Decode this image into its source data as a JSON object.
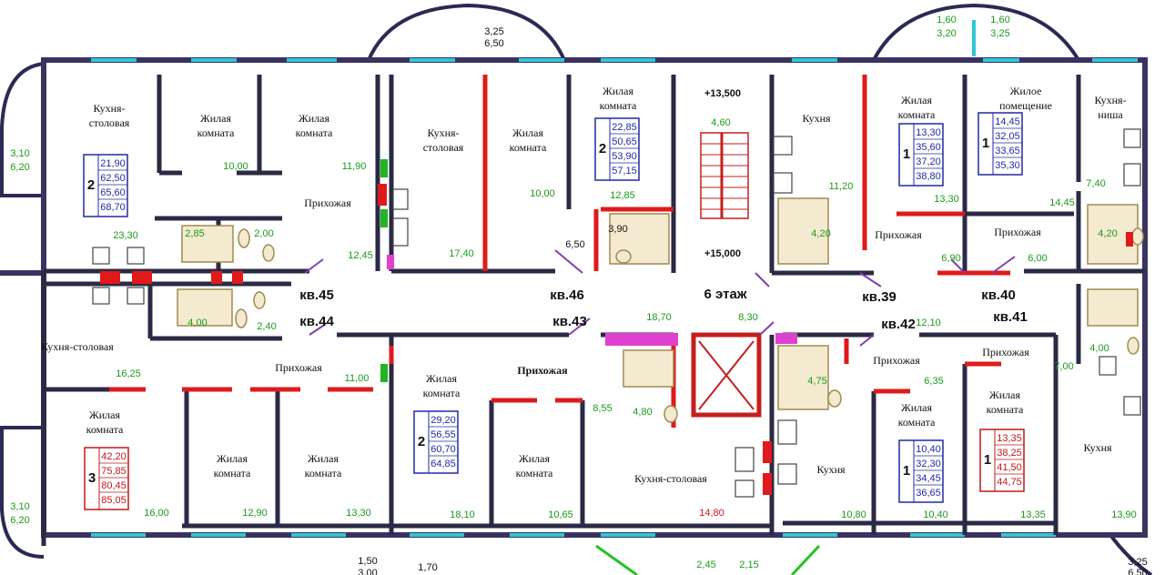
{
  "floor_label": "6 этаж",
  "levels": [
    "+13,500",
    "+15,000"
  ],
  "dims": {
    "top_center": [
      "3,25",
      "6,50"
    ],
    "top_right_a": [
      "1,60",
      "3,20"
    ],
    "top_right_b": [
      "1,60",
      "3,25"
    ],
    "left_top": [
      "3,10",
      "6,20"
    ],
    "left_bottom": [
      "3,10",
      "6,20"
    ],
    "bottom_a": [
      "1,50",
      "3,00"
    ],
    "bottom_b": [
      "1,70"
    ],
    "bottom_c": [
      "2,45"
    ],
    "bottom_d": [
      "2,15"
    ],
    "bottom_right": [
      "3,25",
      "6,50"
    ]
  },
  "apartments": [
    {
      "id": "kv45",
      "label": "кв.45"
    },
    {
      "id": "kv46",
      "label": "кв.46"
    },
    {
      "id": "kv39",
      "label": "кв.39"
    },
    {
      "id": "kv40",
      "label": "кв.40"
    },
    {
      "id": "kv44",
      "label": "кв.44"
    },
    {
      "id": "kv43",
      "label": "кв.43"
    },
    {
      "id": "kv42",
      "label": "кв.42"
    },
    {
      "id": "kv41",
      "label": "кв.41"
    }
  ],
  "summary_boxes": [
    {
      "rooms": "2",
      "values": [
        "21,90",
        "62,50",
        "65,60",
        "68,70"
      ],
      "color": "#1f2aa8"
    },
    {
      "rooms": "2",
      "values": [
        "22,85",
        "50,65",
        "53,90",
        "57,15"
      ],
      "color": "#1f2aa8"
    },
    {
      "rooms": "1",
      "values": [
        "13,30",
        "35,60",
        "37,20",
        "38,80"
      ],
      "color": "#1f2aa8"
    },
    {
      "rooms": "1",
      "values": [
        "14,45",
        "32,05",
        "33,65",
        "35,30"
      ],
      "color": "#1f2aa8"
    },
    {
      "rooms": "3",
      "values": [
        "42,20",
        "75,85",
        "80,45",
        "85,05"
      ],
      "color": "#c01818"
    },
    {
      "rooms": "2",
      "values": [
        "29,20",
        "56,55",
        "60,70",
        "64,85"
      ],
      "color": "#1f2aa8"
    },
    {
      "rooms": "1",
      "values": [
        "10,40",
        "32,30",
        "34,45",
        "36,65"
      ],
      "color": "#1f2aa8"
    },
    {
      "rooms": "1",
      "values": [
        "13,35",
        "38,25",
        "41,50",
        "44,75"
      ],
      "color": "#c01818"
    }
  ],
  "rooms": {
    "r1": "Кухня-\nстоловая",
    "r2": "Жилая\nкомната",
    "r3": "Жилая\nкомната",
    "r4": "Прихожая",
    "r5": "Кухня-\nстоловая",
    "r6": "Жилая\nкомната",
    "r7": "Жилая\nкомната",
    "r8": "Кухня",
    "r9": "Жилая\nкомната",
    "r10": "Жилое\nпомещение",
    "r11": "Кухня-\nниша",
    "r12": "Прихожая",
    "r13": "Прихожая",
    "r14": "Кухня-столовая",
    "r15": "Прихожая",
    "r16": "Жилая\nкомната",
    "r17": "Жилая\nкомната",
    "r18": "Жилая\nкомната",
    "r19": "Жилая\nкомната",
    "r20": "Прихожая",
    "r21": "Жилая\nкомната",
    "r22": "Кухня-столовая",
    "r23": "Прихожая",
    "r24": "Жилая\nкомната",
    "r25": "Кухня",
    "r26": "Прихожая",
    "r27": "Жилая\nкомната",
    "r28": "Кухня"
  },
  "areas": {
    "a1": "10,00",
    "a2": "11,90",
    "a3": "23,30",
    "a4": "2,85",
    "a5": "2,00",
    "a6": "12,45",
    "a7": "17,40",
    "a8": "10,00",
    "a9": "12,85",
    "a10": "3,90",
    "a11": "6,50",
    "a12": "4,60",
    "a13": "11,20",
    "a14": "4,20",
    "a15": "13,30",
    "a16": "6,90",
    "a17": "14,45",
    "a18": "7,40",
    "a19": "4,20",
    "a20": "6,00",
    "a21": "4,00",
    "a22": "2,40",
    "a23": "16,25",
    "a24": "11,00",
    "a25": "16,00",
    "a26": "12,90",
    "a27": "13,30",
    "a28": "18,70",
    "a29": "8,30",
    "a30": "8,55",
    "a31": "4,80",
    "a32": "18,10",
    "a33": "10,65",
    "a34": "14,80",
    "a35": "4,75",
    "a36": "10,80",
    "a37": "12,10",
    "a38": "6,35",
    "a39": "7,00",
    "a40": "4,00",
    "a41": "10,40",
    "a42": "13,35",
    "a43": "13,90"
  },
  "areas_red": [
    "a34"
  ]
}
